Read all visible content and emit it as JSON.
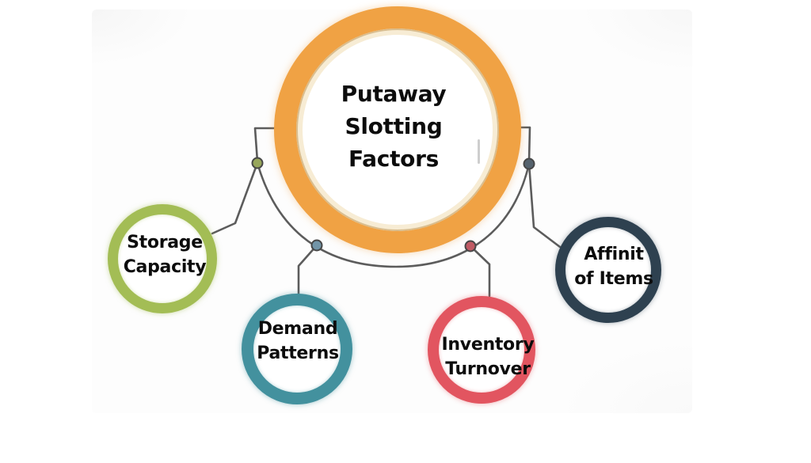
{
  "diagram": {
    "title_lines": [
      "Putaway",
      "Slotting",
      "Factors"
    ],
    "factors": [
      {
        "name": "Storage Capacity",
        "label_lines": [
          "Storage",
          "Capacity"
        ],
        "ring_color": "#a3bd55",
        "node_color": "#97a65b"
      },
      {
        "name": "Demand Patterns",
        "label_lines": [
          "Demand",
          "Patterns"
        ],
        "ring_color": "#43919e",
        "node_color": "#7295a8"
      },
      {
        "name": "Inventory Turnover",
        "label_lines": [
          "Inventory",
          "Turnover"
        ],
        "ring_color": "#e25560",
        "node_color": "#c05a64"
      },
      {
        "name": "Affinit of Items",
        "label_lines": [
          "Affinit",
          "of Items"
        ],
        "ring_color": "#2e4150",
        "node_color": "#55626d"
      }
    ],
    "colors": {
      "center_ring": "#f0a244",
      "center_inner_trim": "#f7ecd4",
      "connector": "#5c5c5c",
      "text": "#0c0c0c",
      "background": "#ffffff"
    }
  }
}
